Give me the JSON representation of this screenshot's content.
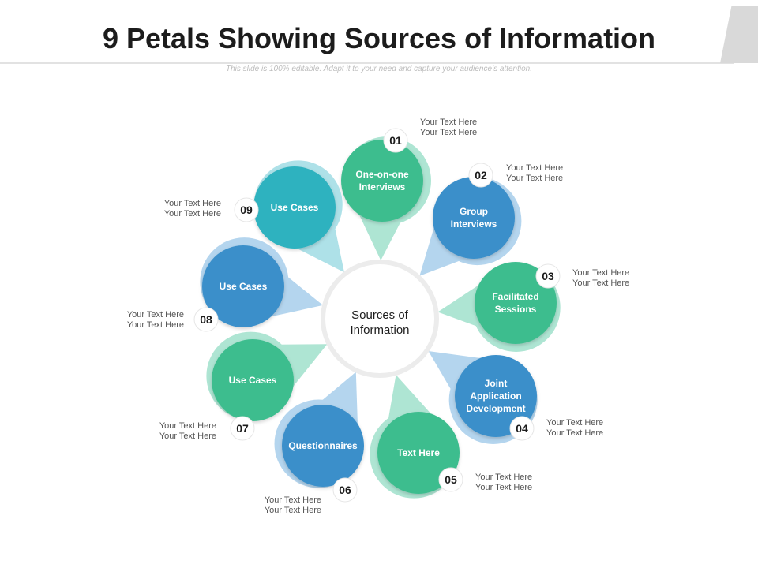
{
  "slide": {
    "title": "9 Petals Showing Sources of Information",
    "subtitle": "This slide is 100% editable. Adapt it to your need and capture your audience’s attention."
  },
  "center": {
    "line1": "Sources of",
    "line2": "Information"
  },
  "colors": {
    "green": "#3dbd8e",
    "blue": "#3a8fca",
    "teal": "#2fb2bf",
    "light_green": "#aee5d3",
    "light_blue": "#b4d5ee",
    "light_teal": "#aee1e8"
  },
  "petals": [
    {
      "num": "01",
      "label": [
        "One-on-one",
        "Interviews"
      ],
      "color": "green",
      "note": [
        "Your Text Here",
        "Your Text Here"
      ]
    },
    {
      "num": "02",
      "label": [
        "Group",
        "Interviews"
      ],
      "color": "blue",
      "note": [
        "Your Text Here",
        "Your Text Here"
      ]
    },
    {
      "num": "03",
      "label": [
        "Facilitated",
        "Sessions"
      ],
      "color": "green",
      "note": [
        "Your Text Here",
        "Your Text Here"
      ]
    },
    {
      "num": "04",
      "label": [
        "Joint",
        "Application",
        "Development"
      ],
      "color": "blue",
      "note": [
        "Your Text Here",
        "Your Text Here"
      ]
    },
    {
      "num": "05",
      "label": [
        "Text Here"
      ],
      "color": "green",
      "note": [
        "Your Text Here",
        "Your Text Here"
      ]
    },
    {
      "num": "06",
      "label": [
        "Questionnaires"
      ],
      "color": "blue",
      "note": [
        "Your Text Here",
        "Your Text Here"
      ]
    },
    {
      "num": "07",
      "label": [
        "Use Cases"
      ],
      "color": "green",
      "note": [
        "Your Text Here",
        "Your Text Here"
      ]
    },
    {
      "num": "08",
      "label": [
        "Use Cases"
      ],
      "color": "blue",
      "note": [
        "Your Text Here",
        "Your Text Here"
      ]
    },
    {
      "num": "09",
      "label": [
        "Use Cases"
      ],
      "color": "teal",
      "note": [
        "Your Text Here",
        "Your Text Here"
      ]
    }
  ]
}
